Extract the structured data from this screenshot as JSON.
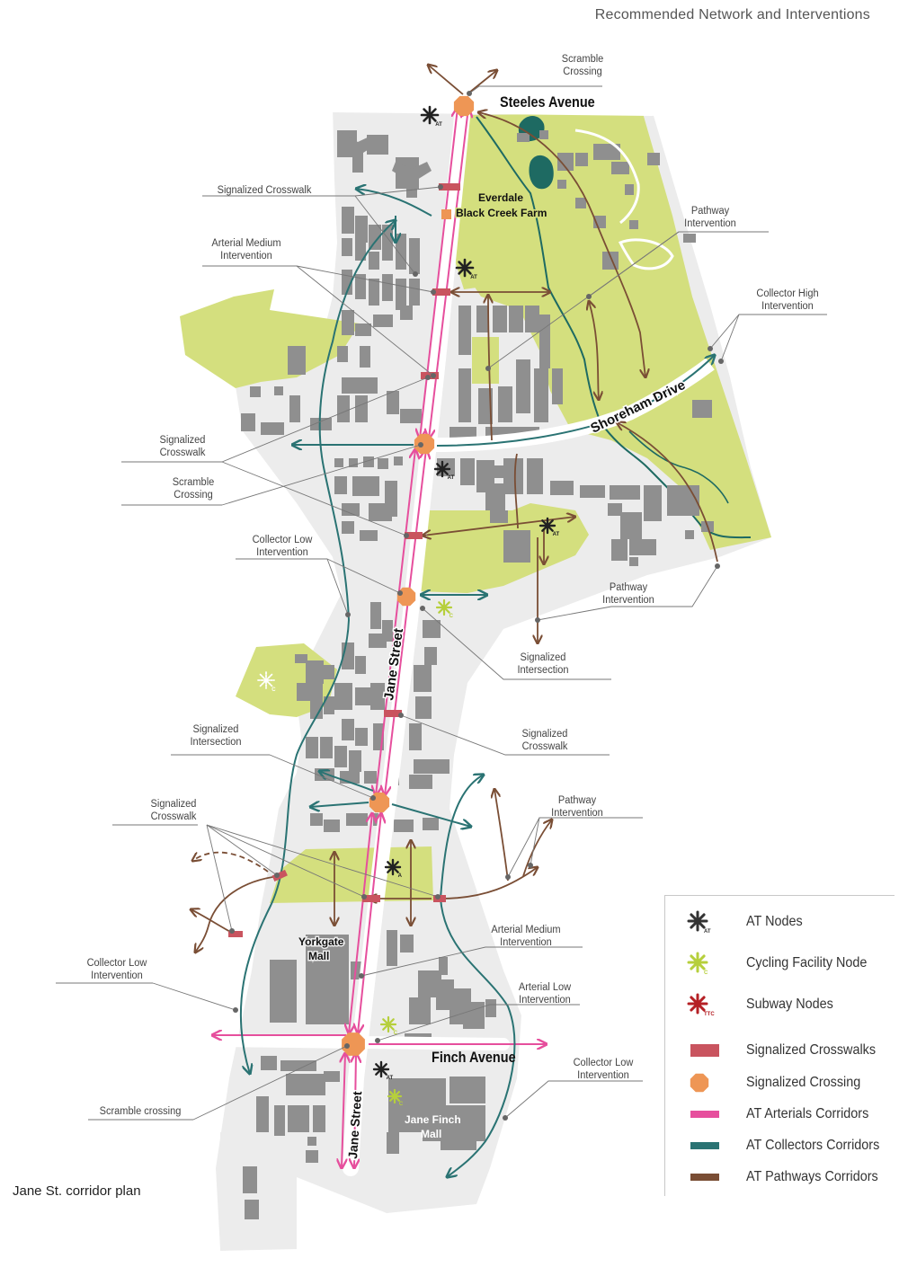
{
  "page_title": "Recommended Network and Interventions",
  "caption": "Jane St. corridor plan",
  "colors": {
    "background": "#ffffff",
    "land": "#ececec",
    "building": "#8f8f8f",
    "green": "#d4df7e",
    "water": "#1e6a62",
    "arterial": "#e64f9d",
    "collector": "#2a7373",
    "pathway": "#7a4e35",
    "crosswalk": "#c9545f",
    "crossing": "#ee9655",
    "cycling": "#b6cf3c",
    "subway": "#b52025",
    "callout": "#777777"
  },
  "roads": {
    "steeles": "Steeles Avenue",
    "shoreham": "Shoreham Drive",
    "jane_mid": "Jane Street",
    "finch": "Finch Avenue",
    "jane_south": "Jane Street"
  },
  "places": {
    "everdale_line1": "Everdale",
    "everdale_line2": "Black Creek Farm",
    "yorkgate_line1": "Yorkgate",
    "yorkgate_line2": "Mall",
    "janefinch_line1": "Jane Finch",
    "janefinch_line2": "Mall"
  },
  "node_labels": {
    "at": "AT",
    "cycling": "C",
    "at_short": "A"
  },
  "annotations": {
    "scramble_crossing_top": [
      "Scramble",
      "Crossing"
    ],
    "signalized_crosswalk_top": [
      "Signalized Crosswalk"
    ],
    "arterial_medium_top": [
      "Arterial Medium",
      "Intervention"
    ],
    "pathway_intervention_top": [
      "Pathway",
      "Intervention"
    ],
    "collector_high": [
      "Collector High",
      "Intervention"
    ],
    "signalized_crosswalk_mid": [
      "Signalized",
      "Crosswalk"
    ],
    "scramble_crossing_mid": [
      "Scramble",
      "Crossing"
    ],
    "collector_low_mid": [
      "Collector Low",
      "Intervention"
    ],
    "pathway_intervention_mid": [
      "Pathway",
      "Intervention"
    ],
    "signalized_intersection_mid": [
      "Signalized",
      "Intersection"
    ],
    "signalized_intersection_low": [
      "Signalized",
      "Intersection"
    ],
    "signalized_crosswalk_right": [
      "Signalized",
      "Crosswalk"
    ],
    "signalized_crosswalk_low": [
      "Signalized",
      "Crosswalk"
    ],
    "pathway_intervention_low": [
      "Pathway",
      "Intervention"
    ],
    "arterial_medium_low": [
      "Arterial Medium",
      "Intervention"
    ],
    "collector_low_low": [
      "Collector Low",
      "Intervention"
    ],
    "arterial_low": [
      "Arterial Low",
      "Intervention"
    ],
    "collector_low_right": [
      "Collector Low",
      "Intervention"
    ],
    "scramble_crossing_low": [
      "Scramble crossing"
    ]
  },
  "legend": {
    "items": [
      {
        "label": "AT Nodes",
        "symbol": "asterisk",
        "color": "#333333",
        "sub": "AT"
      },
      {
        "label": "Cycling Facility Node",
        "symbol": "asterisk",
        "color": "#b6cf3c",
        "sub": "C"
      },
      {
        "label": "Subway Nodes",
        "symbol": "asterisk",
        "color": "#b52025",
        "sub": "TTC"
      },
      {
        "label": "Signalized Crosswalks",
        "symbol": "box",
        "color": "#c9545f"
      },
      {
        "label": "Signalized Crossing",
        "symbol": "octagon",
        "color": "#ee9655"
      },
      {
        "label": "AT Arterials Corridors",
        "symbol": "bar",
        "color": "#e64f9d"
      },
      {
        "label": "AT Collectors Corridors",
        "symbol": "bar",
        "color": "#2a7373"
      },
      {
        "label": "AT Pathways Corridors",
        "symbol": "bar",
        "color": "#7a4e35"
      }
    ]
  }
}
